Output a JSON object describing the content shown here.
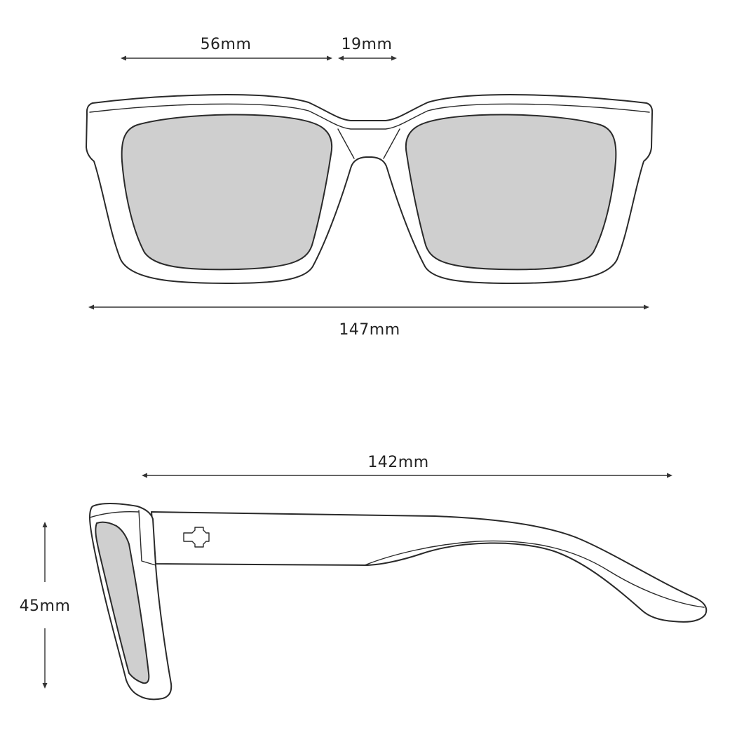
{
  "front_view": {
    "lens_width": "56mm",
    "bridge_width": "19mm",
    "frame_width": "147mm"
  },
  "side_view": {
    "temple_length": "142mm",
    "lens_height": "45mm"
  },
  "colors": {
    "lens": "#cfcfcf",
    "outline": "#2a2a2a",
    "background": "#ffffff"
  },
  "icons": {
    "temple_logo": "spy-plus-logo-icon"
  }
}
